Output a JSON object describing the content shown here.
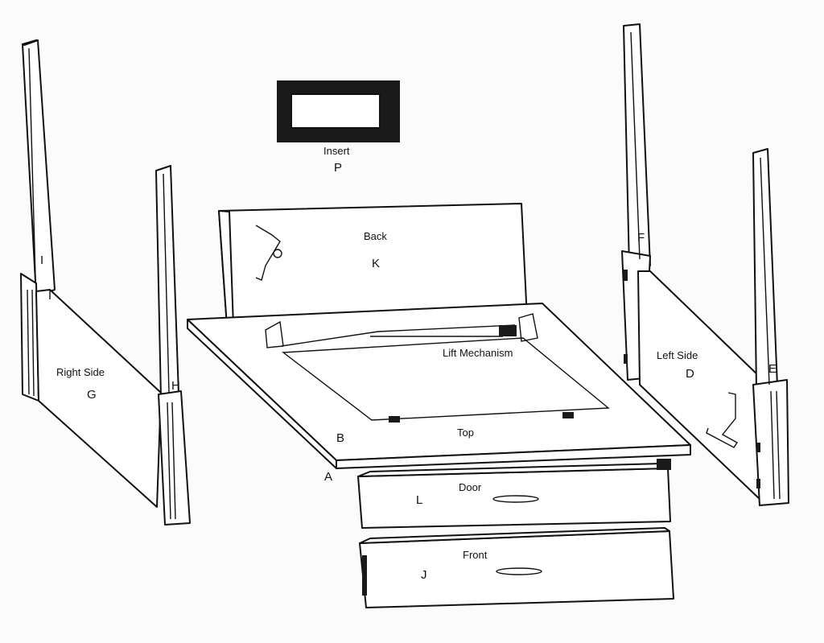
{
  "diagram": {
    "parts": [
      {
        "key": "insert",
        "name": "Insert",
        "letter": "P"
      },
      {
        "key": "back",
        "name": "Back",
        "letter": "K"
      },
      {
        "key": "lift",
        "name": "Lift Mechanism",
        "letter": ""
      },
      {
        "key": "right_side",
        "name": "Right Side",
        "letter": "G"
      },
      {
        "key": "left_side",
        "name": "Left Side",
        "letter": "D"
      },
      {
        "key": "top",
        "name": "Top",
        "letter": "B"
      },
      {
        "key": "base",
        "name": "",
        "letter": "A"
      },
      {
        "key": "door",
        "name": "Door",
        "letter": "L"
      },
      {
        "key": "front",
        "name": "Front",
        "letter": "J"
      },
      {
        "key": "post_i",
        "name": "",
        "letter": "I"
      },
      {
        "key": "post_h",
        "name": "",
        "letter": "H"
      },
      {
        "key": "post_f",
        "name": "",
        "letter": "F"
      },
      {
        "key": "post_e",
        "name": "",
        "letter": "E"
      }
    ]
  },
  "colors": {
    "ink": "#111111",
    "paper": "#fbfbfb"
  }
}
